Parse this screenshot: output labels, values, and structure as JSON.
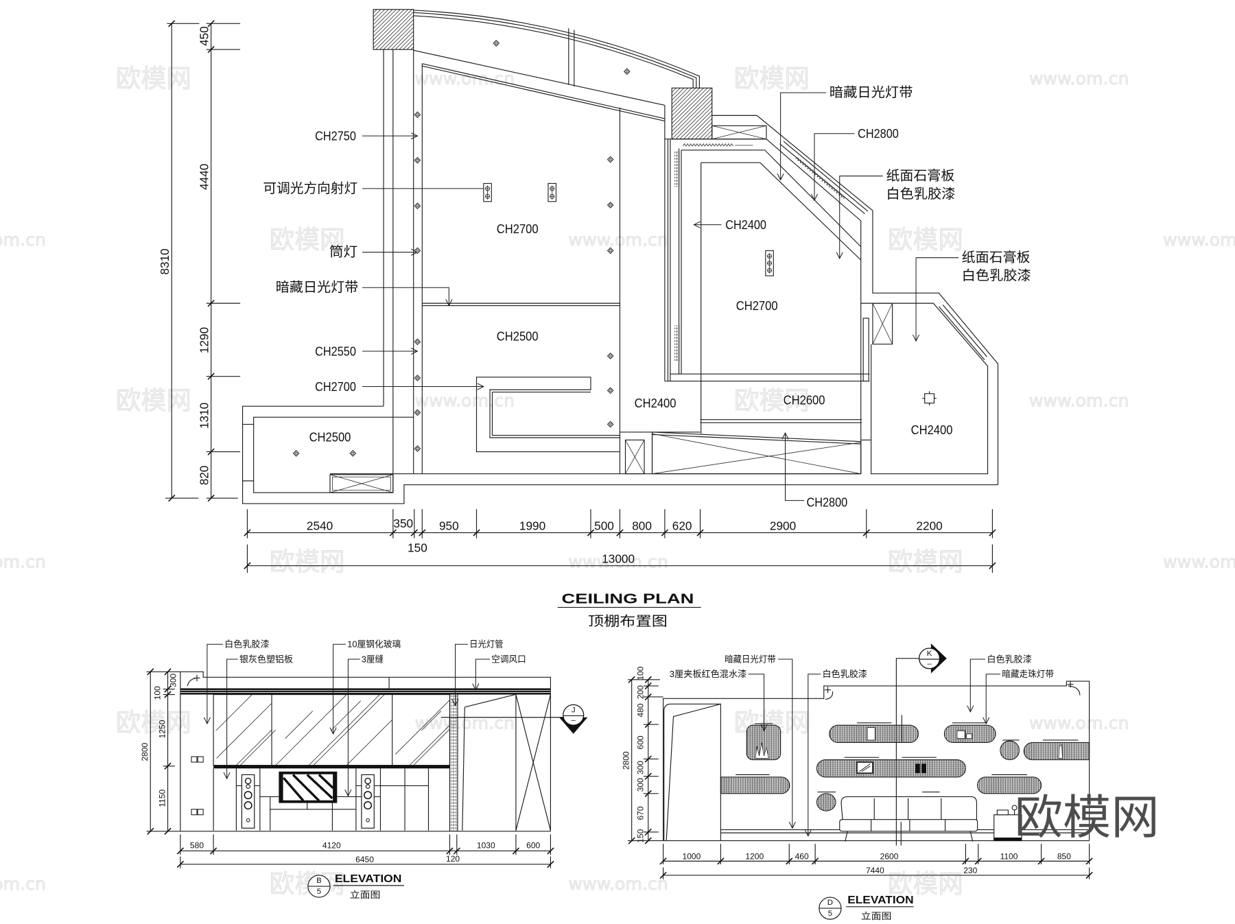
{
  "ceiling_plan": {
    "title": "CEILING PLAN",
    "subtitle": "顶棚布置图",
    "left_callouts": [
      "CH2750",
      "可调光方向射灯",
      "筒灯",
      "暗藏日光灯带",
      "CH2550",
      "CH2700"
    ],
    "right_callouts": {
      "concealed_strip_light": "暗藏日光灯带",
      "ceiling_height": "CH2800",
      "gypsum_board_upper": "纸面石膏板",
      "latex_paint_upper": "白色乳胶漆",
      "gypsum_board_lower": "纸面石膏板",
      "latex_paint_lower": "白色乳胶漆"
    },
    "room_heights": {
      "main_room_upper": "CH2700",
      "main_room_lower": "CH2500",
      "left_room": "CH2500",
      "corridor": "CH2400",
      "bedroom_edge": "CH2400",
      "bedroom": "CH2700",
      "bedroom_band": "CH2600",
      "right_room": "CH2400",
      "bottom_band": "CH2800"
    },
    "dims_vertical": {
      "total": "8310",
      "segments": [
        "450",
        "4440",
        "1290",
        "1310",
        "820"
      ]
    },
    "dims_horizontal": {
      "segments": [
        "2540",
        "350",
        "150",
        "950",
        "1990",
        "500",
        "800",
        "620",
        "2900",
        "2200"
      ],
      "total": "13000"
    }
  },
  "elevation_b": {
    "title": "ELEVATION",
    "subtitle": "立面图",
    "marker": {
      "letter": "B",
      "sheet": "5"
    },
    "section_marker": {
      "letter": "J",
      "sheet": "–"
    },
    "labels": {
      "latex_paint": "白色乳胶漆",
      "aluminum_panel": "银灰色塑铝板",
      "tempered_glass": "10厘钢化玻璃",
      "gap": "3厘缝",
      "fluorescent_tube": "日光灯管",
      "ac_vent": "空调风口"
    },
    "dims_vertical": {
      "total": "2800",
      "segments": [
        "300",
        "100",
        "1250",
        "1150"
      ]
    },
    "dims_horizontal": {
      "segments": [
        "580",
        "4120",
        "120",
        "1030",
        "600"
      ],
      "total": "6450"
    }
  },
  "elevation_d": {
    "title": "ELEVATION",
    "subtitle": "立面图",
    "marker": {
      "letter": "D",
      "sheet": "5"
    },
    "section_marker": {
      "letter": "K",
      "sheet": "–"
    },
    "labels": {
      "concealed_strip_light": "暗藏日光灯带",
      "plywood_red_paint": "3厘夹板红色混水漆",
      "latex_paint_left": "白色乳胶漆",
      "latex_paint_right": "白色乳胶漆",
      "concealed_bead_light": "暗藏走珠灯带"
    },
    "dims_vertical": {
      "total": "2800",
      "segments": [
        "100",
        "200",
        "480",
        "600",
        "300",
        "300",
        "670",
        "150"
      ]
    },
    "dims_horizontal": {
      "segments": [
        "1000",
        "1200",
        "460",
        "2600",
        "230",
        "1100",
        "850"
      ],
      "total": "7440"
    }
  },
  "watermark": {
    "brand": "欧模网",
    "site": "www.om.cn"
  }
}
